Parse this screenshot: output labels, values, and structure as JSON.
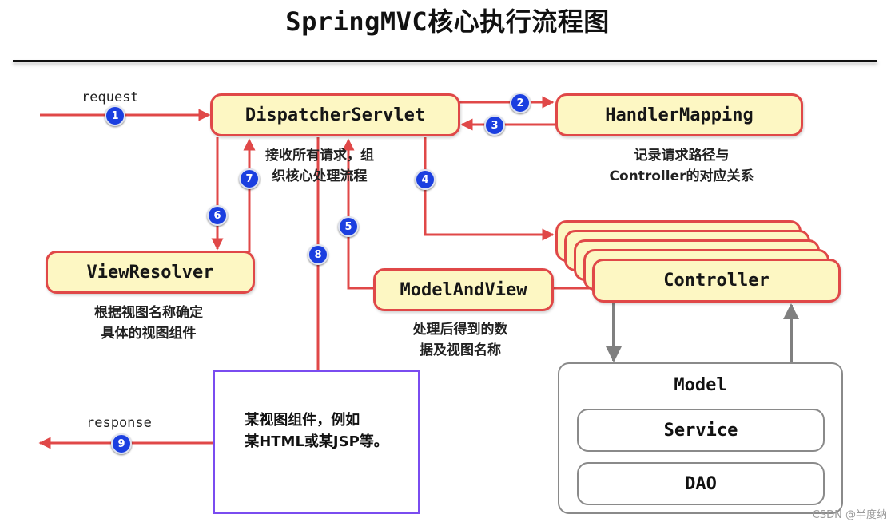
{
  "title": "SpringMVC核心执行流程图",
  "components": {
    "dispatcher": "DispatcherServlet",
    "handler_mapping": "HandlerMapping",
    "view_resolver": "ViewResolver",
    "model_and_view": "ModelAndView",
    "controller": "Controller",
    "model": "Model",
    "service": "Service",
    "dao": "DAO"
  },
  "notes": {
    "dispatcher": [
      "接收所有请求，组",
      "织核心处理流程"
    ],
    "handler_mapping": [
      "记录请求路径与",
      "Controller的对应关系"
    ],
    "view_resolver": [
      "根据视图名称确定",
      "具体的视图组件"
    ],
    "model_and_view": [
      "处理后得到的数",
      "据及视图名称"
    ],
    "view_component": [
      "某视图组件，例如",
      "某HTML或某JSP等。"
    ]
  },
  "labels": {
    "request": "request",
    "response": "response"
  },
  "steps": [
    "1",
    "2",
    "3",
    "4",
    "5",
    "6",
    "7",
    "8",
    "9"
  ],
  "colors": {
    "flow_arrow": "#e04848",
    "box_fill": "#fdf7c3",
    "step_badge": "#1b3fe0",
    "view_border": "#7a4cf0",
    "model_arrow": "#808080"
  },
  "watermark": "CSDN @半度纳"
}
